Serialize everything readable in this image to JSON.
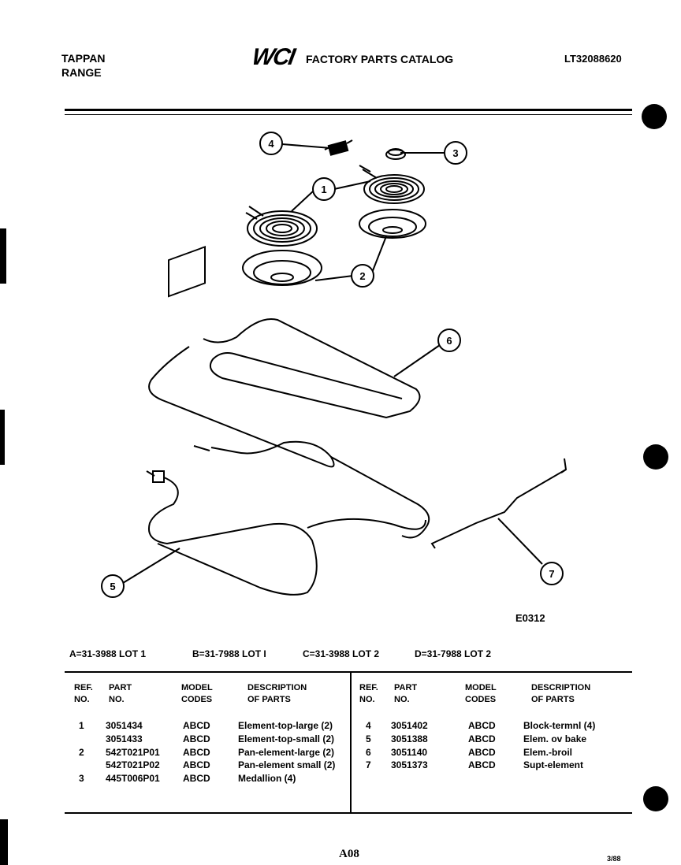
{
  "header": {
    "brand_line1": "TAPPAN",
    "brand_line2": "RANGE",
    "logo": "WCI",
    "catalog_title": "FACTORY PARTS CATALOG",
    "model_number": "LT32088620"
  },
  "diagram": {
    "callouts": [
      "1",
      "2",
      "3",
      "4",
      "5",
      "6",
      "7"
    ],
    "code": "E0312"
  },
  "lots": [
    "A=31-3988 LOT 1",
    "B=31-7988 LOT I",
    "C=31-3988 LOT 2",
    "D=31-7988 LOT 2"
  ],
  "table": {
    "headers": {
      "ref_line1": "REF.",
      "ref_line2": "NO.",
      "part_line1": "PART",
      "part_line2": "NO.",
      "model_line1": "MODEL",
      "model_line2": "CODES",
      "desc_line1": "DESCRIPTION",
      "desc_line2": "OF PARTS"
    },
    "left_rows": [
      {
        "ref": "1",
        "part": "3051434",
        "codes": "ABCD",
        "desc": "Element-top-large (2)"
      },
      {
        "ref": "",
        "part": "3051433",
        "codes": "ABCD",
        "desc": "Element-top-small (2)"
      },
      {
        "ref": "2",
        "part": "542T021P01",
        "codes": "ABCD",
        "desc": "Pan-element-large (2)"
      },
      {
        "ref": "",
        "part": "542T021P02",
        "codes": "ABCD",
        "desc": "Pan-element small (2)"
      },
      {
        "ref": "3",
        "part": "445T006P01",
        "codes": "ABCD",
        "desc": "Medallion (4)"
      }
    ],
    "right_rows": [
      {
        "ref": "4",
        "part": "3051402",
        "codes": "ABCD",
        "desc": "Block-termnl (4)"
      },
      {
        "ref": "5",
        "part": "3051388",
        "codes": "ABCD",
        "desc": "Elem. ov bake"
      },
      {
        "ref": "6",
        "part": "3051140",
        "codes": "ABCD",
        "desc": "Elem.-broil"
      },
      {
        "ref": "7",
        "part": "3051373",
        "codes": "ABCD",
        "desc": "Supt-element"
      }
    ]
  },
  "footer": {
    "page": "A08",
    "date": "3/88"
  }
}
